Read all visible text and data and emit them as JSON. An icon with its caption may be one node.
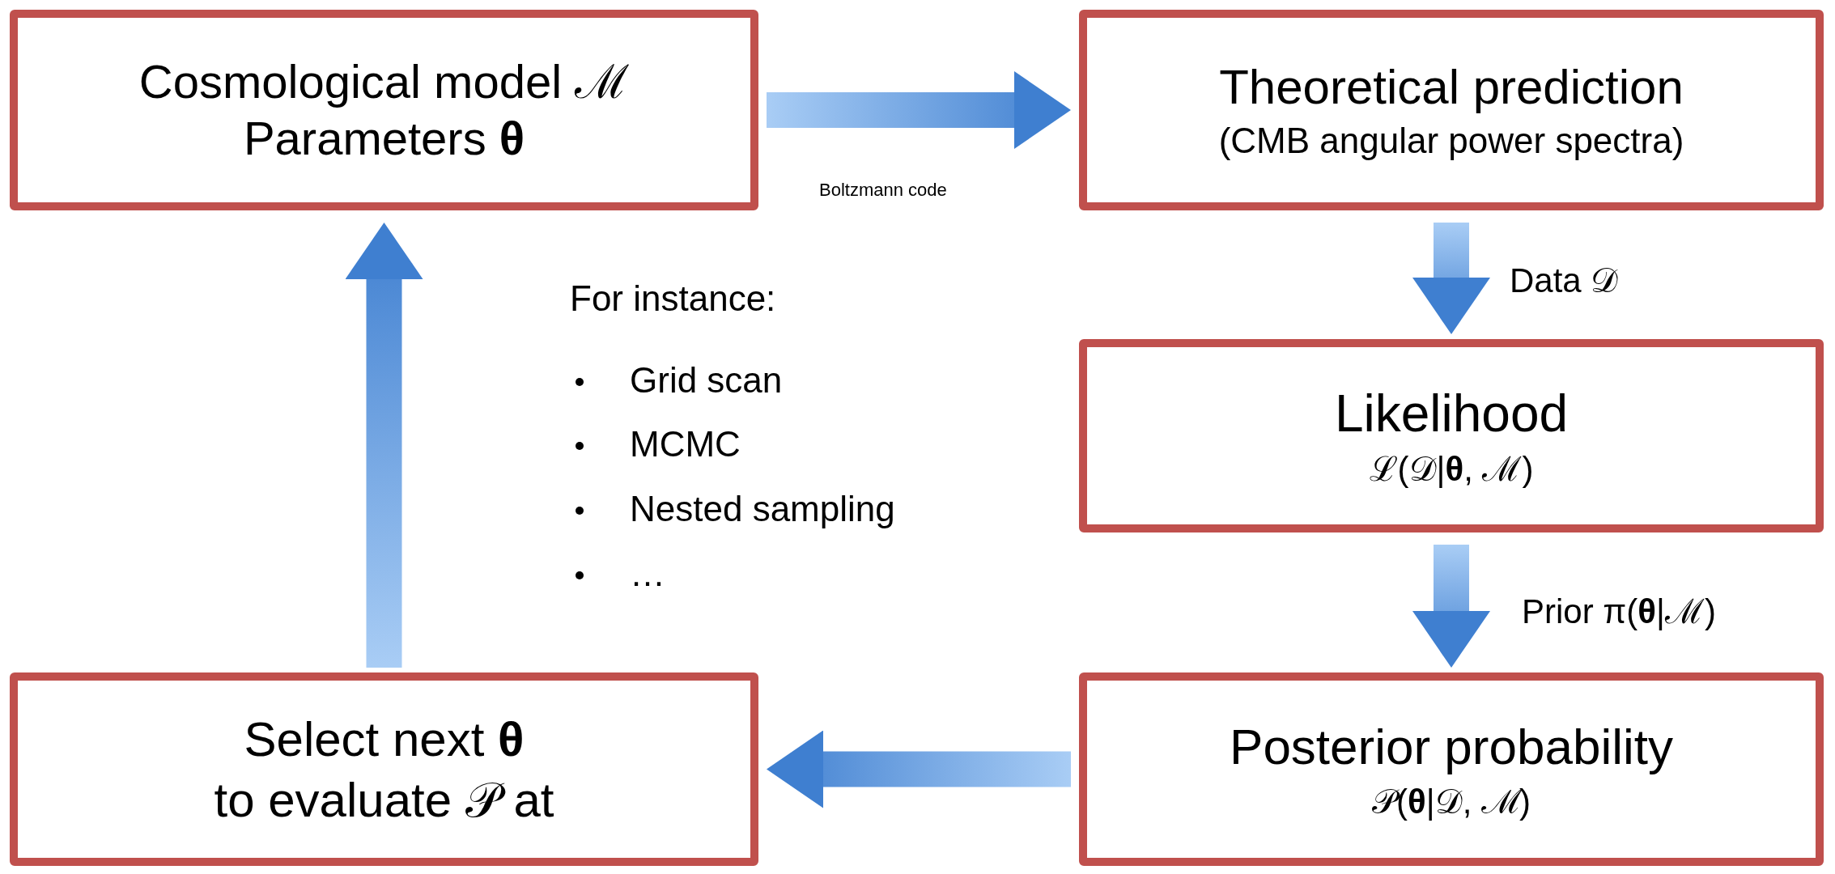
{
  "diagram": {
    "nodes": [
      {
        "text": [
          "Cosmological model ℳ",
          "Parameters **θ**"
        ]
      },
      {
        "text": [
          "Theoretical prediction",
          "(CMB angular power spectra)"
        ]
      },
      {
        "text": [
          "Likelihood",
          "ℒ(𝒟|**θ**, ℳ)"
        ]
      },
      {
        "text": [
          "Posterior probability",
          "𝒫(**θ**|𝒟, ℳ)"
        ]
      },
      {
        "text": [
          "Select next **θ**",
          "to evaluate 𝒫 at"
        ]
      }
    ],
    "edges": [
      {
        "from": 0,
        "to": 1,
        "arrow": "to",
        "label": "Boltzmann code",
        "style": "thick"
      },
      {
        "from": 1,
        "to": 2,
        "arrow": "to",
        "label": "Data 𝒟",
        "style": "thick"
      },
      {
        "from": 2,
        "to": 3,
        "arrow": "to",
        "label": "Prior π(**θ**|ℳ)",
        "style": "thick"
      },
      {
        "from": 3,
        "to": 4,
        "arrow": "to",
        "style": "thick"
      },
      {
        "from": 4,
        "to": 0,
        "arrow": "to",
        "style": "thick"
      }
    ],
    "labels": [
      "For instance:",
      "Grid scan",
      "MCMC",
      "Nested sampling",
      "…"
    ]
  }
}
